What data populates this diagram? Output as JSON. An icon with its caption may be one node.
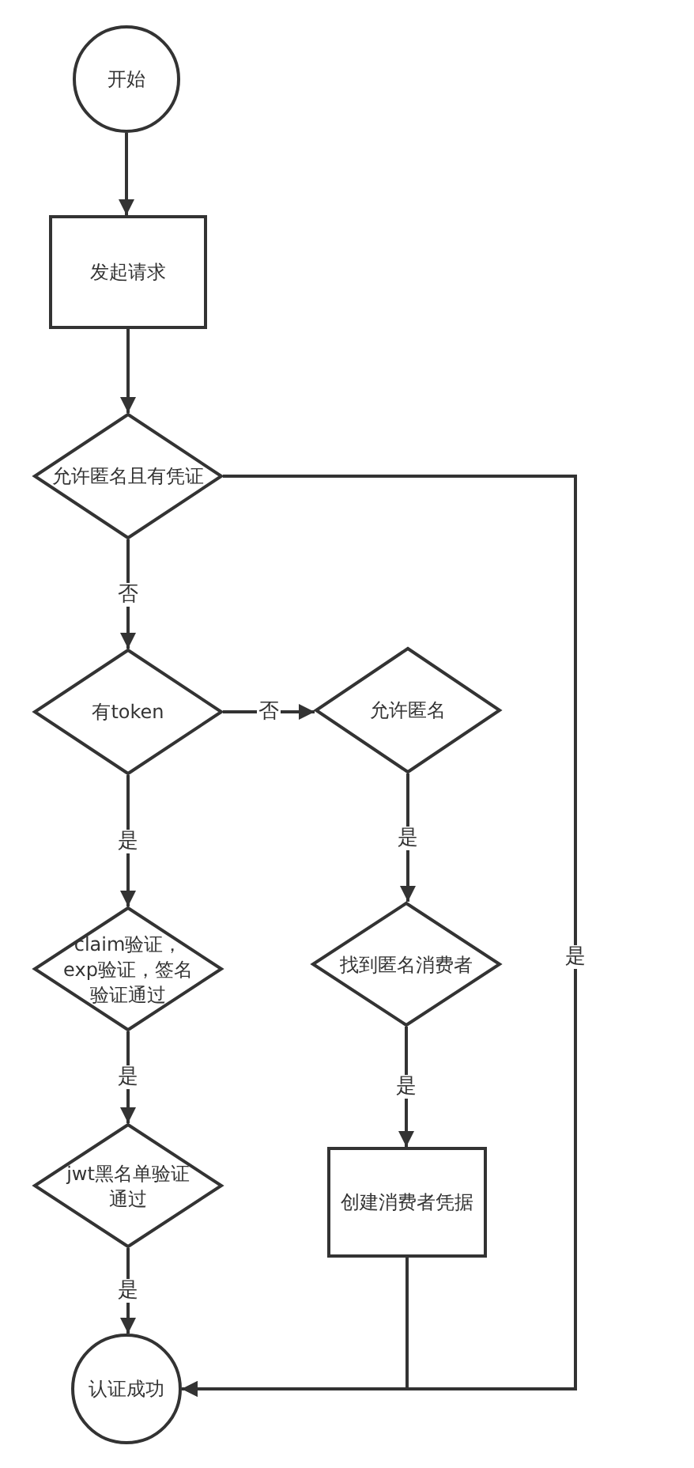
{
  "diagram": {
    "nodes": [
      {
        "text": [
          "开始"
        ]
      },
      {
        "text": [
          "发起请求"
        ]
      },
      {
        "text": [
          "允许匿名且有凭证"
        ]
      },
      {
        "text": [
          "有token"
        ]
      },
      {
        "text": [
          "允许匿名"
        ]
      },
      {
        "text": [
          "claim验证，exp验证，签名验证通过"
        ]
      },
      {
        "text": [
          "找到匿名消费者"
        ]
      },
      {
        "text": [
          "jwt黑名单验证通过"
        ]
      },
      {
        "text": [
          "创建消费者凭据"
        ]
      },
      {
        "text": [
          "认证成功"
        ]
      }
    ],
    "edges": [
      {
        "from": 0,
        "to": 1,
        "arrow": "to"
      },
      {
        "from": 1,
        "to": 2,
        "arrow": "to"
      },
      {
        "from": 2,
        "to": 3,
        "arrow": "to",
        "label": "否"
      },
      {
        "from": 3,
        "to": 4,
        "arrow": "to",
        "label": "否"
      },
      {
        "from": 3,
        "to": 5,
        "arrow": "to",
        "label": "是"
      },
      {
        "from": 4,
        "to": 6,
        "arrow": "to",
        "label": "是"
      },
      {
        "from": 6,
        "to": 8,
        "arrow": "to",
        "label": "是"
      },
      {
        "from": 5,
        "to": 7,
        "arrow": "to",
        "label": "是"
      },
      {
        "from": 7,
        "to": 9,
        "arrow": "to",
        "label": "是"
      },
      {
        "from": 2,
        "to": 9,
        "arrow": "to",
        "label": "是"
      },
      {
        "from": 8,
        "to": 9,
        "arrow": "to"
      }
    ]
  }
}
